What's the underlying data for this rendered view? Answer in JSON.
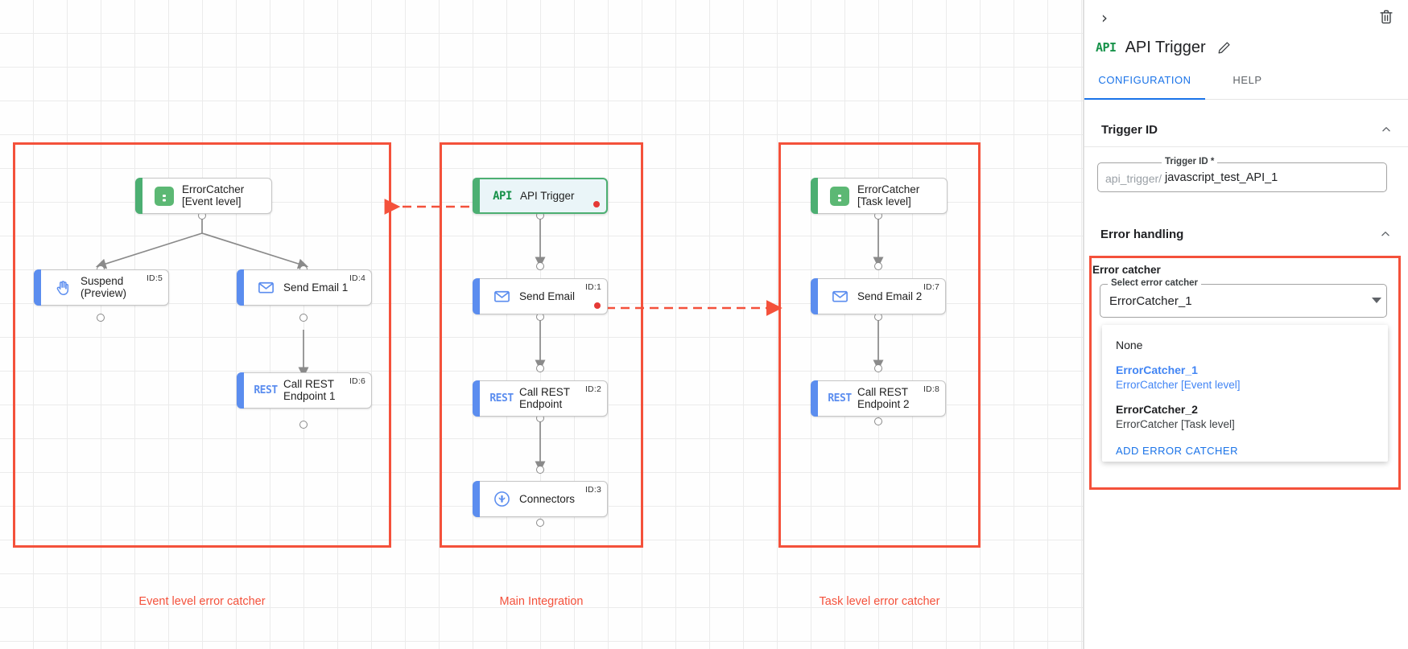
{
  "canvas": {
    "groups": [
      {
        "id": "event-level",
        "label": "Event level error catcher"
      },
      {
        "id": "main-integration",
        "label": "Main Integration"
      },
      {
        "id": "task-level",
        "label": "Task level error catcher"
      }
    ],
    "nodes": [
      {
        "key": "ec1",
        "label": "ErrorCatcher\n[Event level]",
        "icon": "error-catcher-icon",
        "id_badge": "",
        "kind": "green",
        "selected": false,
        "error_dot": false
      },
      {
        "key": "suspend",
        "label": "Suspend\n(Preview)",
        "icon": "hand-icon",
        "id_badge": "ID:5",
        "kind": "blue",
        "selected": false,
        "error_dot": false
      },
      {
        "key": "email1",
        "label": "Send Email 1",
        "icon": "envelope-icon",
        "id_badge": "ID:4",
        "kind": "blue",
        "selected": false,
        "error_dot": false
      },
      {
        "key": "rest1",
        "label": "Call REST\nEndpoint 1",
        "icon": "rest-icon",
        "id_badge": "ID:6",
        "kind": "blue",
        "selected": false,
        "error_dot": false
      },
      {
        "key": "apitrigger",
        "label": "API Trigger",
        "icon": "api-icon",
        "id_badge": "",
        "kind": "green",
        "selected": true,
        "error_dot": true
      },
      {
        "key": "email0",
        "label": "Send Email",
        "icon": "envelope-icon",
        "id_badge": "ID:1",
        "kind": "blue",
        "selected": false,
        "error_dot": true
      },
      {
        "key": "rest0",
        "label": "Call REST\nEndpoint",
        "icon": "rest-icon",
        "id_badge": "ID:2",
        "kind": "blue",
        "selected": false,
        "error_dot": false
      },
      {
        "key": "connectors",
        "label": "Connectors",
        "icon": "connectors-icon",
        "id_badge": "ID:3",
        "kind": "blue",
        "selected": false,
        "error_dot": false
      },
      {
        "key": "ec2",
        "label": "ErrorCatcher\n[Task level]",
        "icon": "error-catcher-icon",
        "id_badge": "",
        "kind": "green",
        "selected": false,
        "error_dot": false
      },
      {
        "key": "email2",
        "label": "Send Email 2",
        "icon": "envelope-icon",
        "id_badge": "ID:7",
        "kind": "blue",
        "selected": false,
        "error_dot": false
      },
      {
        "key": "rest2",
        "label": "Call REST\nEndpoint 2",
        "icon": "rest-icon",
        "id_badge": "ID:8",
        "kind": "blue",
        "selected": false,
        "error_dot": false
      }
    ],
    "icon_glyphs": {
      "api": "API",
      "rest": "REST"
    },
    "colors": {
      "group_border": "#f4513b",
      "accent_blue": "#5b8def",
      "accent_green": "#4caf72",
      "error_dot": "#e53935"
    }
  },
  "panel": {
    "collapse_label": "›",
    "title": "API Trigger",
    "title_icon_text": "API",
    "tabs": [
      {
        "key": "configuration",
        "label": "CONFIGURATION",
        "active": true
      },
      {
        "key": "help",
        "label": "HELP",
        "active": false
      }
    ],
    "sections": {
      "trigger_id": {
        "heading": "Trigger ID",
        "field_label": "Trigger ID *",
        "prefix": "api_trigger/",
        "value": "javascript_test_API_1"
      },
      "error_handling": {
        "heading": "Error handling",
        "box_title": "Error catcher",
        "select_label": "Select error catcher",
        "selected_value": "ErrorCatcher_1",
        "options": [
          {
            "primary": "None",
            "secondary": "",
            "selected": false,
            "plain": true
          },
          {
            "primary": "ErrorCatcher_1",
            "secondary": "ErrorCatcher [Event level]",
            "selected": true,
            "plain": false
          },
          {
            "primary": "ErrorCatcher_2",
            "secondary": "ErrorCatcher [Task level]",
            "selected": false,
            "plain": false
          }
        ],
        "add_label": "ADD ERROR CATCHER"
      }
    }
  }
}
